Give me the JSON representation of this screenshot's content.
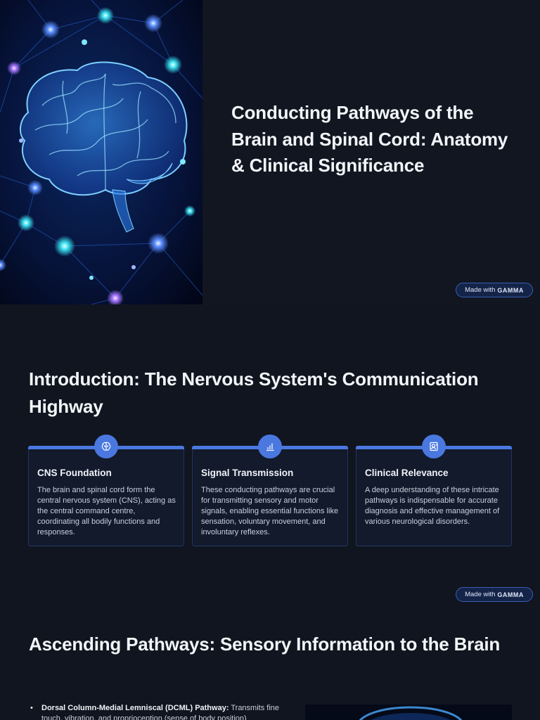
{
  "slide1": {
    "title": "Conducting Pathways of the Brain and Spinal Cord: Anatomy & Clinical Significance",
    "image": "glowing-brain-neural-network",
    "badge": {
      "prefix": "Made with",
      "brand": "GAMMA"
    }
  },
  "slide2": {
    "title": "Introduction: The Nervous System's Communication Highway",
    "cards": [
      {
        "icon": "brain-icon",
        "title": "CNS Foundation",
        "text": "The brain and spinal cord form the central nervous system (CNS), acting as the central command centre, coordinating all bodily functions and responses."
      },
      {
        "icon": "bar-chart-icon",
        "title": "Signal Transmission",
        "text": "These conducting pathways are crucial for transmitting sensory and motor signals, enabling essential functions like sensation, voluntary movement, and involuntary reflexes."
      },
      {
        "icon": "clinical-icon",
        "title": "Clinical Relevance",
        "text": "A deep understanding of these intricate pathways is indispensable for accurate diagnosis and effective management of various neurological disorders."
      }
    ],
    "badge": {
      "prefix": "Made with",
      "brand": "GAMMA"
    }
  },
  "slide3": {
    "title": "Ascending Pathways: Sensory Information to the Brain",
    "bullets": [
      {
        "bold": "Dorsal Column-Medial Lemniscal (DCML) Pathway:",
        "text": " Transmits fine touch, vibration, and proprioception (sense of body position)"
      }
    ]
  },
  "colors": {
    "background": "#10151f",
    "accent": "#4a78e0",
    "card_border": "#243566",
    "badge_bg": "#142449"
  }
}
